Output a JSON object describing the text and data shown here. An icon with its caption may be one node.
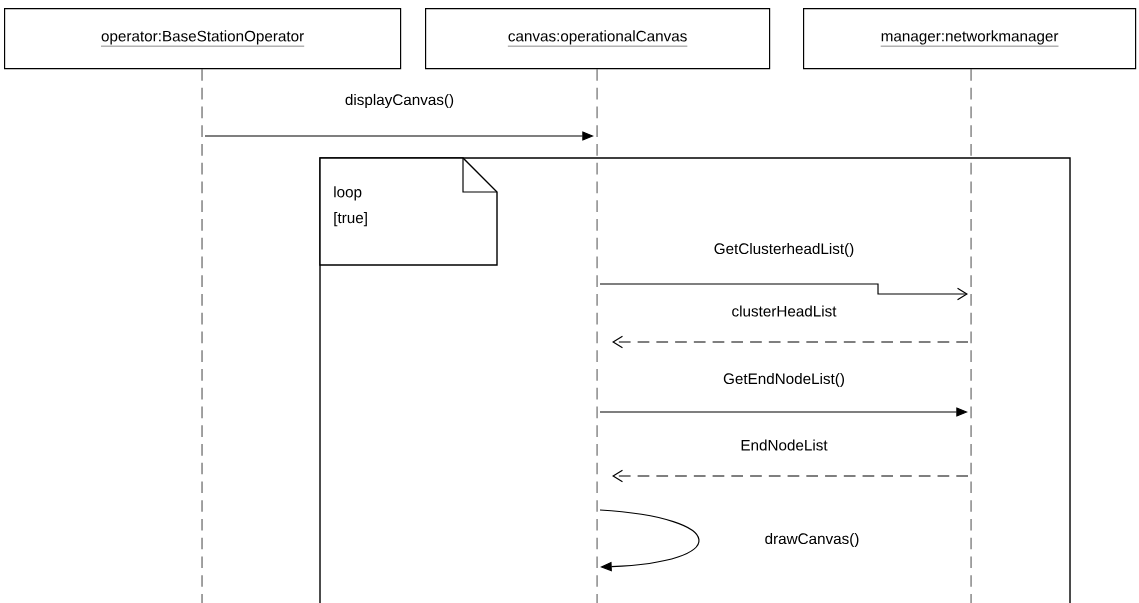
{
  "diagram": {
    "nodes": [
      {
        "text": [
          "operator:BaseStationOperator"
        ]
      },
      {
        "text": [
          "canvas:operationalCanvas"
        ]
      },
      {
        "text": [
          "manager:networkmanager"
        ]
      },
      {
        "text": [
          "loop [true]"
        ]
      },
      {
        "text": [],
        "shape": "line"
      },
      {
        "text": [],
        "shape": "line"
      },
      {
        "text": [],
        "shape": "line"
      }
    ],
    "edges": [
      {
        "from": 4,
        "to": 5,
        "arrow": "to",
        "label": "displayCanvas()"
      },
      {
        "from": 5,
        "to": 6,
        "arrow": "to",
        "label": "GetClusterheadList()"
      },
      {
        "from": 6,
        "to": 5,
        "arrow": "to",
        "label": "clusterHeadList",
        "style": "dashed"
      },
      {
        "from": 5,
        "to": 6,
        "arrow": "to",
        "label": "GetEndNodeList()"
      },
      {
        "from": 6,
        "to": 5,
        "arrow": "to",
        "label": "EndNodeList",
        "style": "dashed"
      },
      {
        "from": 5,
        "to": 5,
        "arrow": "to",
        "label": "drawCanvas()"
      }
    ]
  }
}
